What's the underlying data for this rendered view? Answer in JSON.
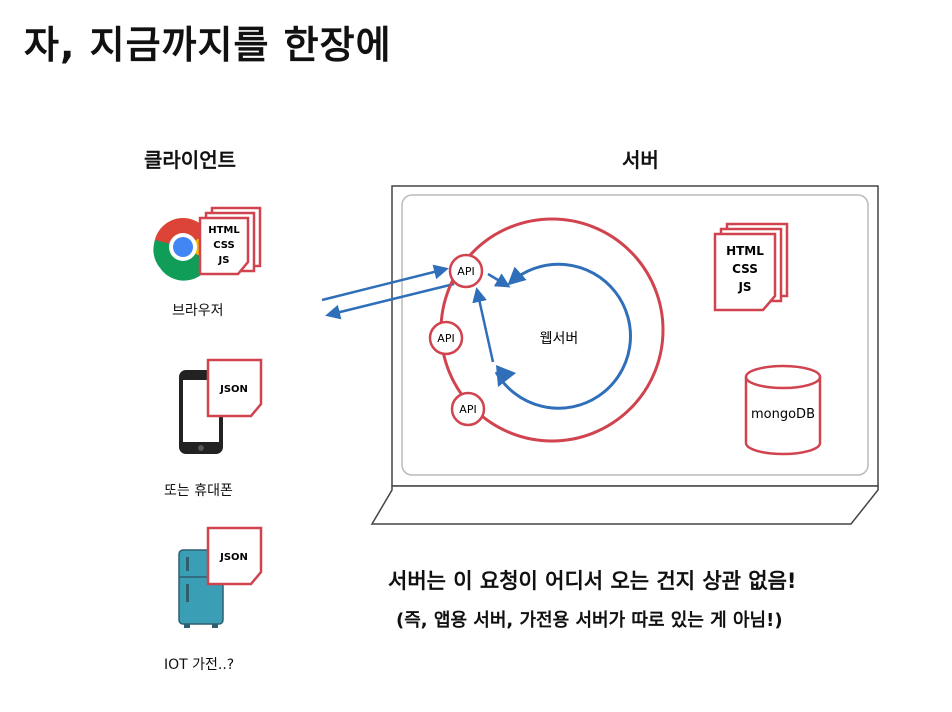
{
  "title": "자, 지금까지를 한장에",
  "client": {
    "heading": "클라이언트",
    "browser_label": "브라우저",
    "phone_label": "또는 휴대폰",
    "iot_label": "IOT 가전..?",
    "browser_doc_lines": [
      "HTML",
      "CSS",
      "JS"
    ],
    "phone_doc_label": "JSON",
    "iot_doc_label": "JSON"
  },
  "server": {
    "heading": "서버",
    "webserver_label": "웹서버",
    "api_labels": [
      "API",
      "API",
      "API"
    ],
    "doc_lines": [
      "HTML",
      "CSS",
      "JS"
    ],
    "db_label": "mongoDB"
  },
  "summary": {
    "main": "서버는 이 요청이 어디서 오는 건지 상관 없음!",
    "sub": "(즉, 앱용 서버, 가전용 서버가 따로 있는 게 아님!)"
  },
  "colors": {
    "accent_red": "#d0434f",
    "arrow_blue": "#2f6fba",
    "outline": "#444444"
  }
}
